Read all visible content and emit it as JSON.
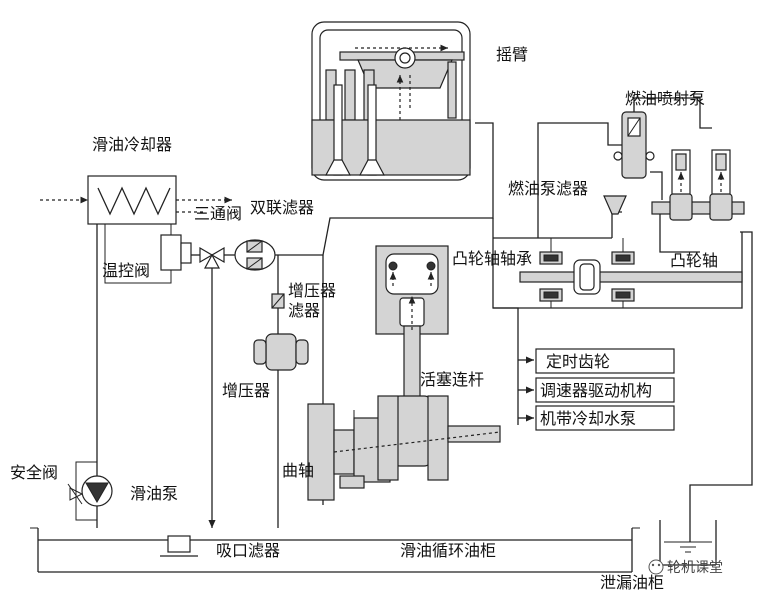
{
  "labels": {
    "rocker_arm": "摇臂",
    "lube_oil_cooler": "滑油冷却器",
    "fuel_injection_pump": "燃油喷射泵",
    "three_way_valve": "三通阀",
    "duplex_filter": "双联滤器",
    "fuel_pump_filter": "燃油泵滤器",
    "thermostatic_valve": "温控阀",
    "camshaft_bearing": "凸轮轴轴承",
    "camshaft": "凸轮轴",
    "turbocharger_filter_line1": "增压器",
    "turbocharger_filter_line2": "滤器",
    "turbocharger": "增压器",
    "piston_connecting_rod": "活塞连杆",
    "crankshaft": "曲轴",
    "safety_valve": "安全阀",
    "lube_oil_pump": "滑油泵",
    "suction_filter": "吸口滤器",
    "lube_oil_circulation_tank": "滑油循环油柜",
    "drain_tank": "泄漏油柜"
  },
  "branch_boxes": [
    "定时齿轮",
    "调速器驱动机构",
    "机带冷却水泵"
  ],
  "watermark": "轮机课堂"
}
